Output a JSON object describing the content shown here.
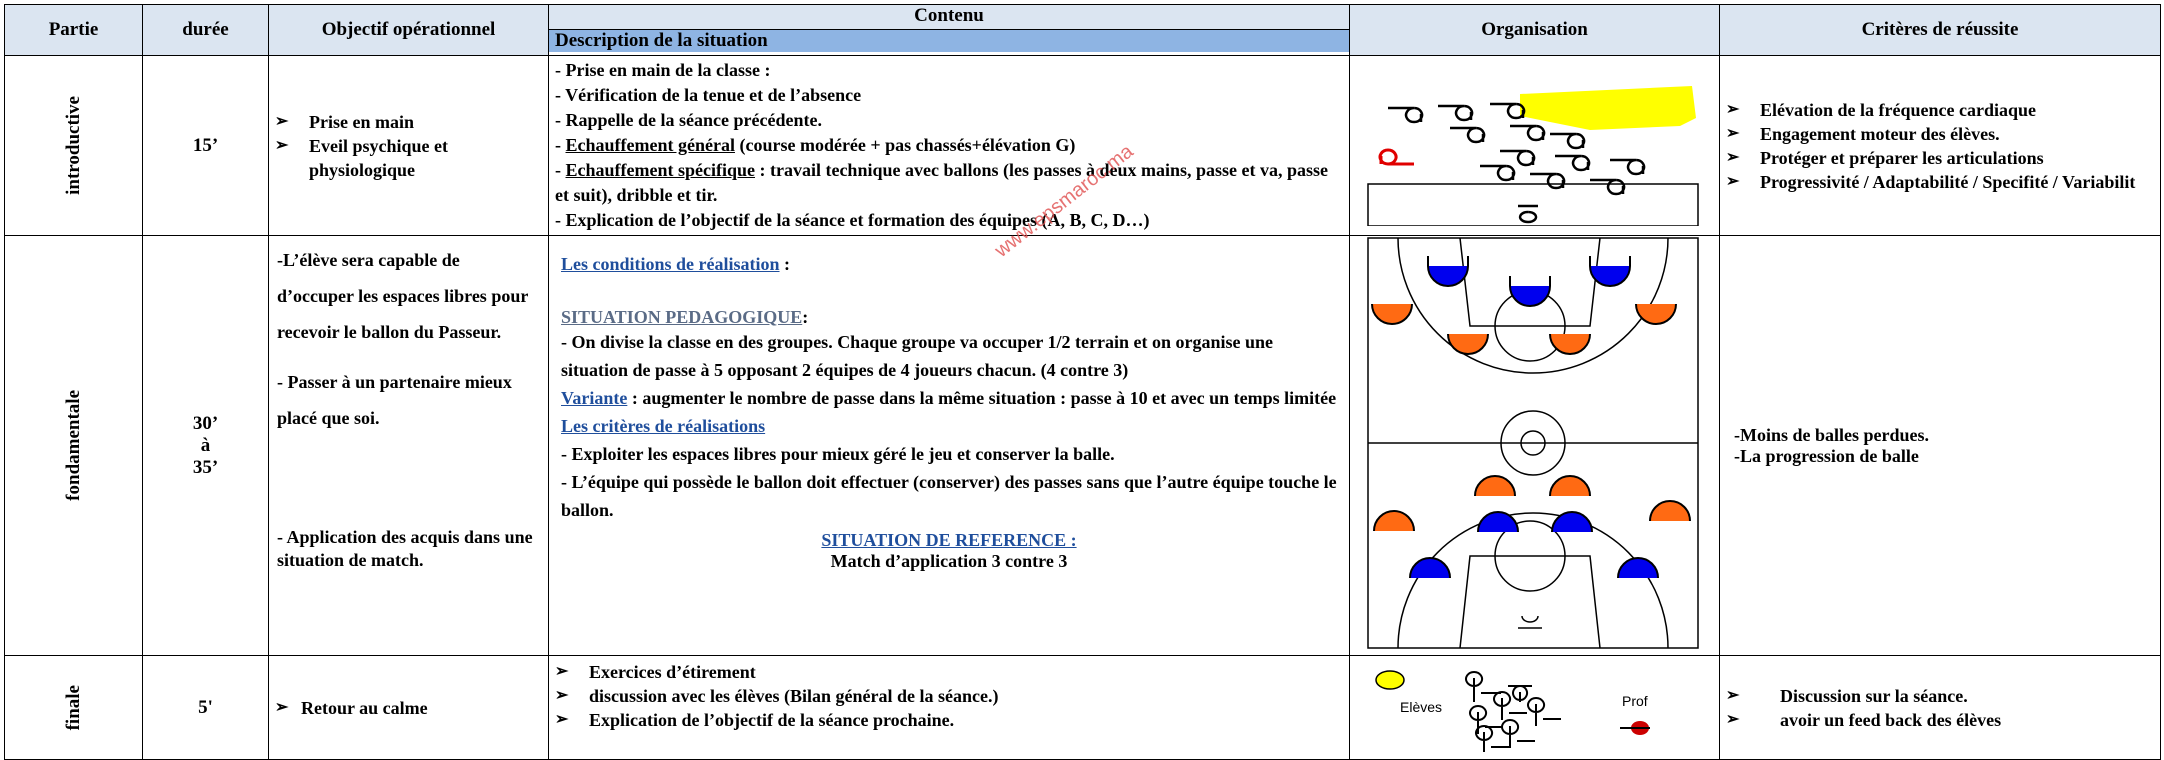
{
  "headers": {
    "partie": "Partie",
    "duree": "durée",
    "objectif": "Objectif opérationnel",
    "contenu": "Contenu",
    "description": "Description de la situation",
    "organisation": "Organisation",
    "criteres": "Critères de réussite"
  },
  "watermark": "www.epsmaroc.ma",
  "rows": {
    "intro": {
      "partie": "introductive",
      "duree": "15’",
      "objectifs": [
        "Prise en main",
        "Eveil psychique et physiologique"
      ],
      "lines": [
        "- Prise en main de la classe :",
        "- Vérification de la tenue et de l’absence",
        "- Rappelle de la séance précédente."
      ],
      "echauff_gen_label": "Echauffement général",
      "echauff_gen_text": " (course modérée + pas chassés+élévation G)",
      "echauff_spec_label": "Echauffement spécifique",
      "echauff_spec_text": " : travail technique avec ballons (les passes à deux mains, passe et va, passe et suit), dribble et tir.",
      "last_line": "- Explication de l’objectif de la séance et formation des équipes (A, B, C, D…)",
      "criteres": [
        "Elévation de la fréquence cardiaque",
        "Engagement moteur des élèves.",
        "Protéger et préparer les articulations",
        "Progressivité / Adaptabilité / Specifité / Variabilit"
      ]
    },
    "fond": {
      "partie": "fondamentale",
      "duree1": "30’",
      "duree2": "à",
      "duree3": "35’",
      "obj1": "-L’élève sera capable de d’occuper les espaces libres pour recevoir le ballon du Passeur.",
      "obj2": "- Passer à un partenaire mieux placé que soi.",
      "obj3": "- Application des acquis dans une situation de match.",
      "conditions_label": "Les conditions de réalisation",
      "conditions_suffix": " :",
      "situation_label": "SITUATION PEDAGOGIQUE",
      "situation_suffix": ":",
      "situation_text": "- On divise la classe en des groupes. Chaque groupe va occuper 1/2 terrain et on organise une situation de passe à 5 opposant 2 équipes de 4 joueurs chacun. (4 contre 3)",
      "variante_label": "Variante",
      "variante_text": " : augmenter le nombre de passe dans la même situation : passe à 10 et avec un temps limitée",
      "criteres_label": "Les critères de réalisations",
      "crit1": "- Exploiter les espaces libres pour mieux géré le jeu et conserver la balle.",
      "crit2": "- L’équipe qui possède le ballon doit effectuer (conserver) des passes sans que l’autre équipe touche le ballon.",
      "reference_label": "SITUATION DE REFERENCE :",
      "reference_text": "Match d’application 3 contre 3",
      "criteres": [
        "-Moins de balles perdues.",
        "-La progression de balle"
      ]
    },
    "finale": {
      "partie": "finale",
      "duree": "5'",
      "objectif": "Retour au calme",
      "items": [
        "Exercices d’étirement",
        "discussion avec les élèves (Bilan général de la séance.)",
        "Explication de l’objectif de la séance prochaine."
      ],
      "eleves_label": "Elèves",
      "prof_label": "Prof",
      "criteres": [
        "Discussion sur la séance.",
        "avoir un feed back des élèves"
      ]
    }
  },
  "colors": {
    "header_bg": "#dbe5f1",
    "desc_bg": "#8eb4e3",
    "team_blue": "#0000ee",
    "team_orange": "#ff6a13",
    "sun": "#ffff00"
  }
}
